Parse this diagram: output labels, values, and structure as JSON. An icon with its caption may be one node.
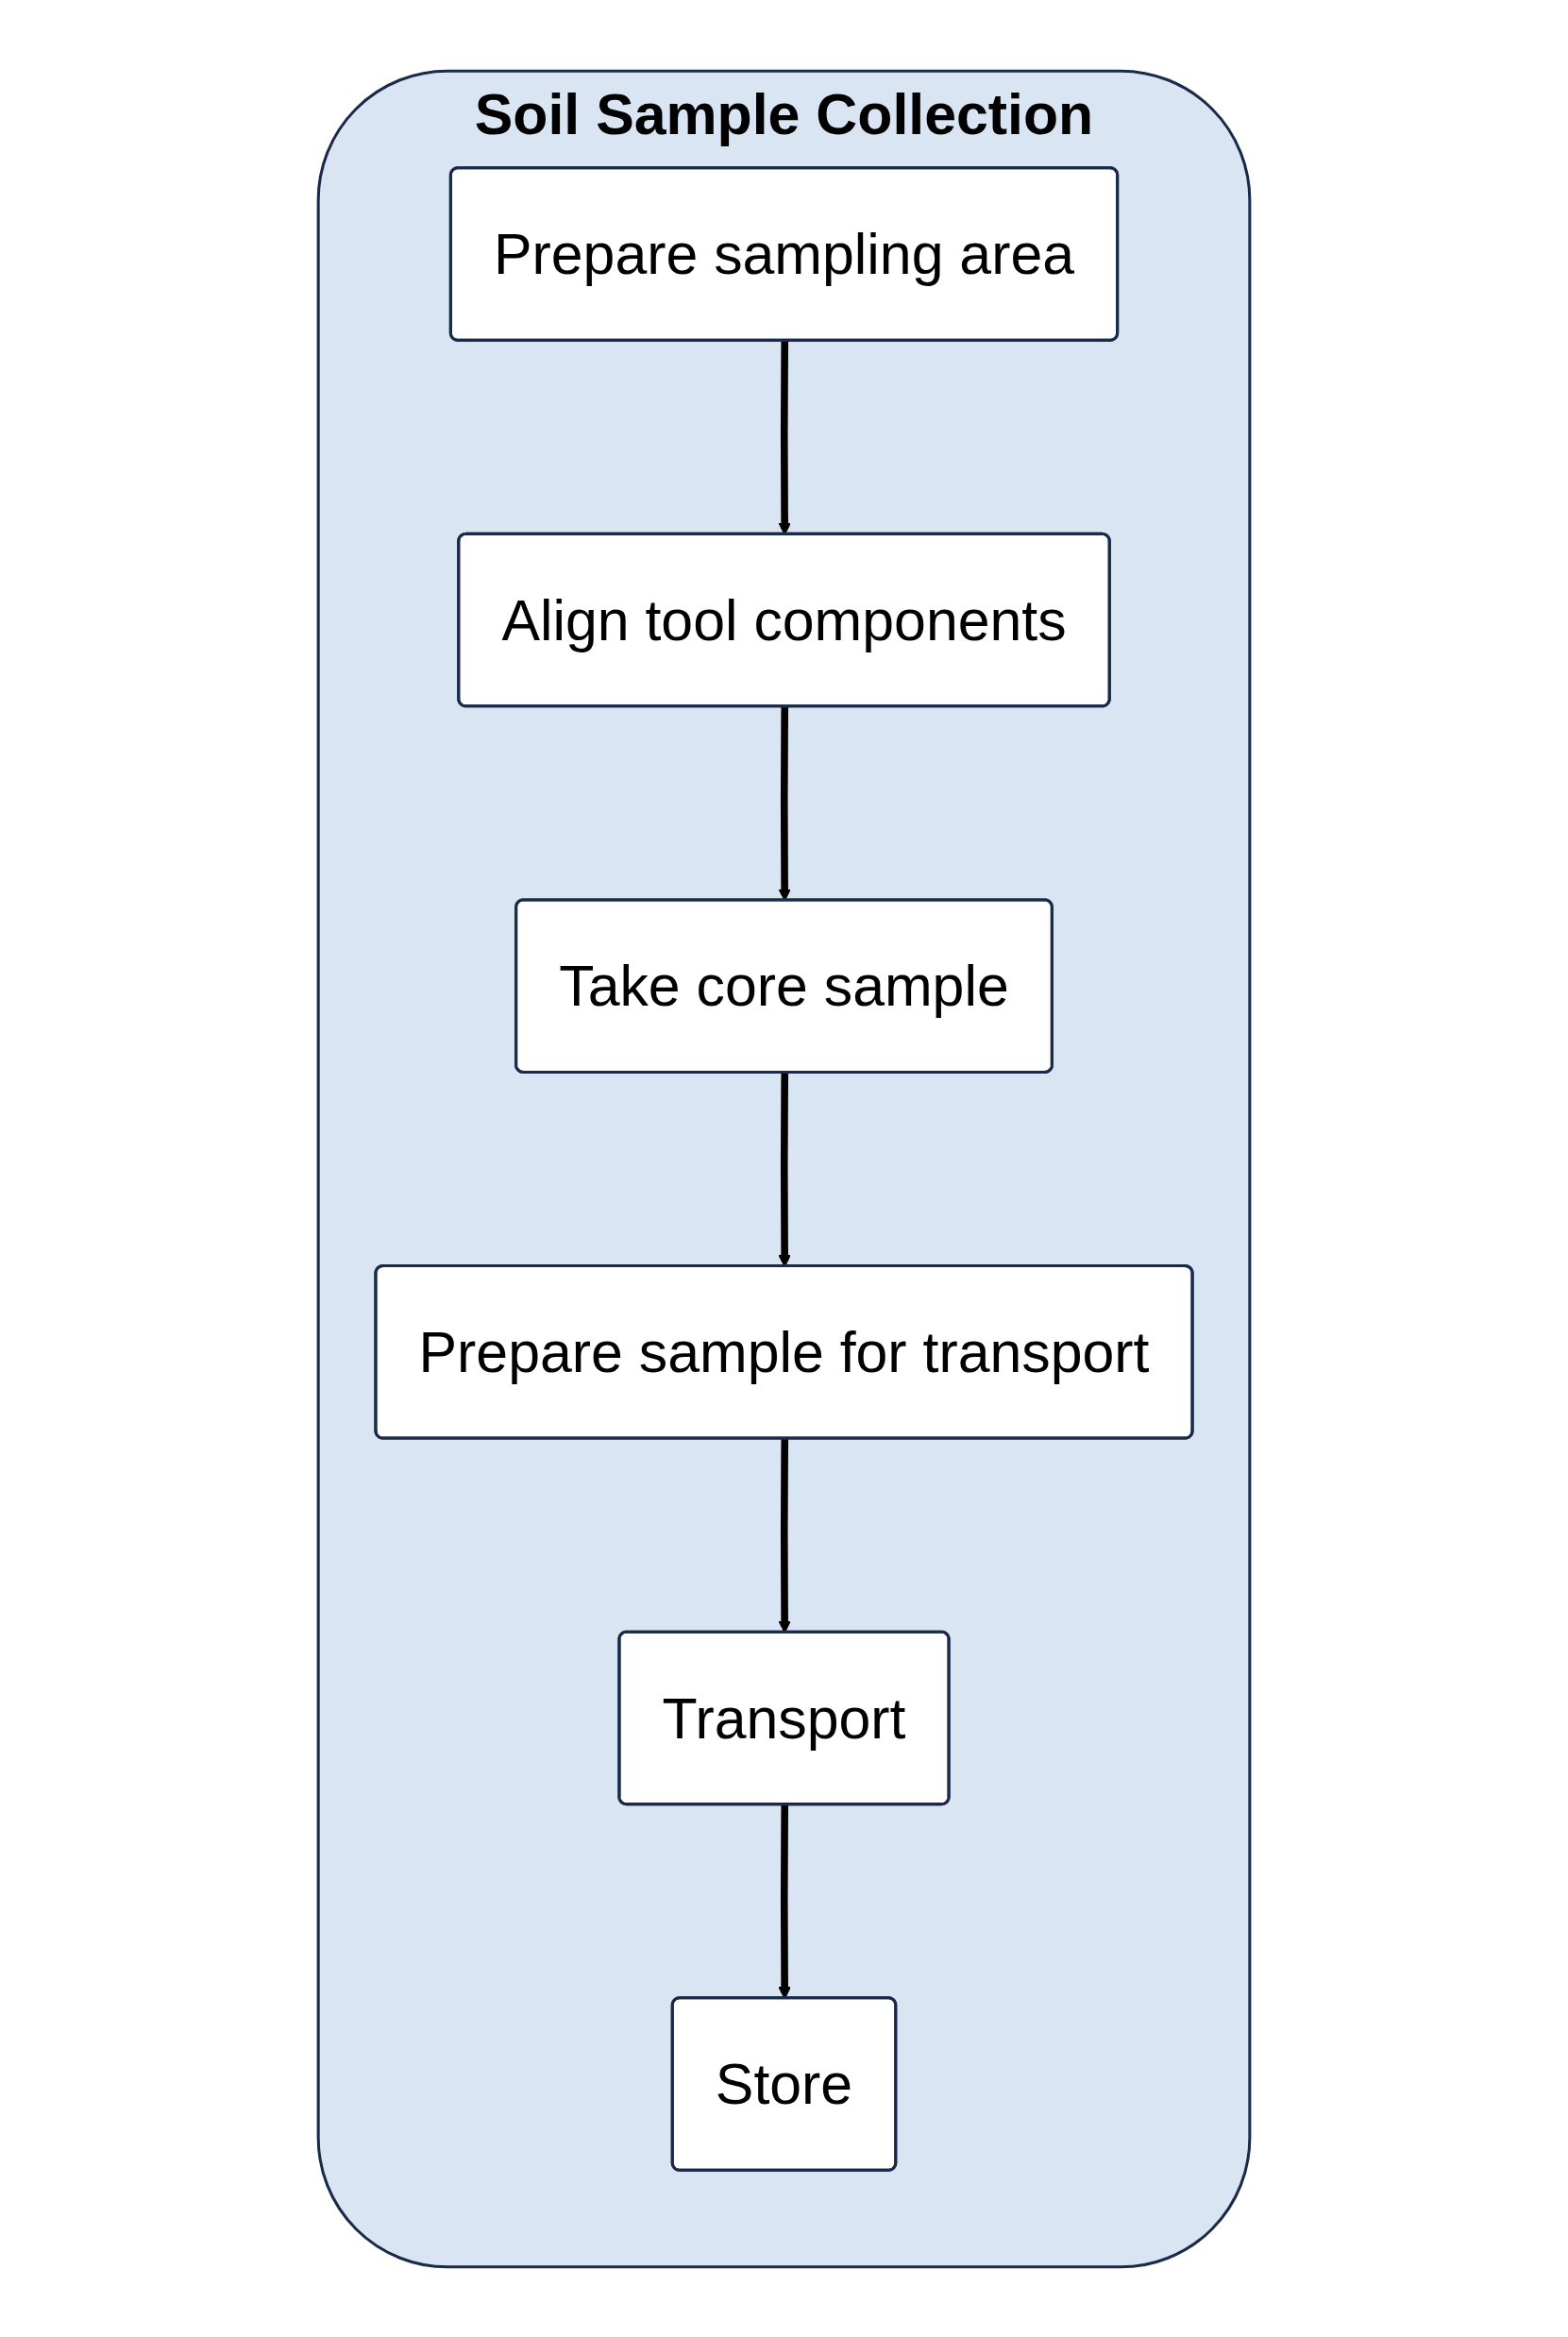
{
  "diagram": {
    "nodes": [
      {
        "text": [
          "Soil Sample Collection"
        ]
      },
      {
        "text": [
          "Prepare sampling area"
        ],
        "in": 0
      },
      {
        "text": [
          "Align tool components"
        ],
        "in": 0
      },
      {
        "text": [
          "Take core sample"
        ],
        "in": 0
      },
      {
        "text": [
          "Prepare sample for transport"
        ],
        "in": 0
      },
      {
        "text": [
          "Transport"
        ],
        "in": 0
      },
      {
        "text": [
          "Store"
        ],
        "in": 0
      }
    ],
    "edges": [
      {
        "from": 1,
        "to": 2,
        "arrow": "to"
      },
      {
        "from": 2,
        "to": 3,
        "arrow": "to"
      },
      {
        "from": 3,
        "to": 4,
        "arrow": "to"
      },
      {
        "from": 4,
        "to": 5,
        "arrow": "to"
      },
      {
        "from": 5,
        "to": 6,
        "arrow": "to"
      }
    ]
  }
}
